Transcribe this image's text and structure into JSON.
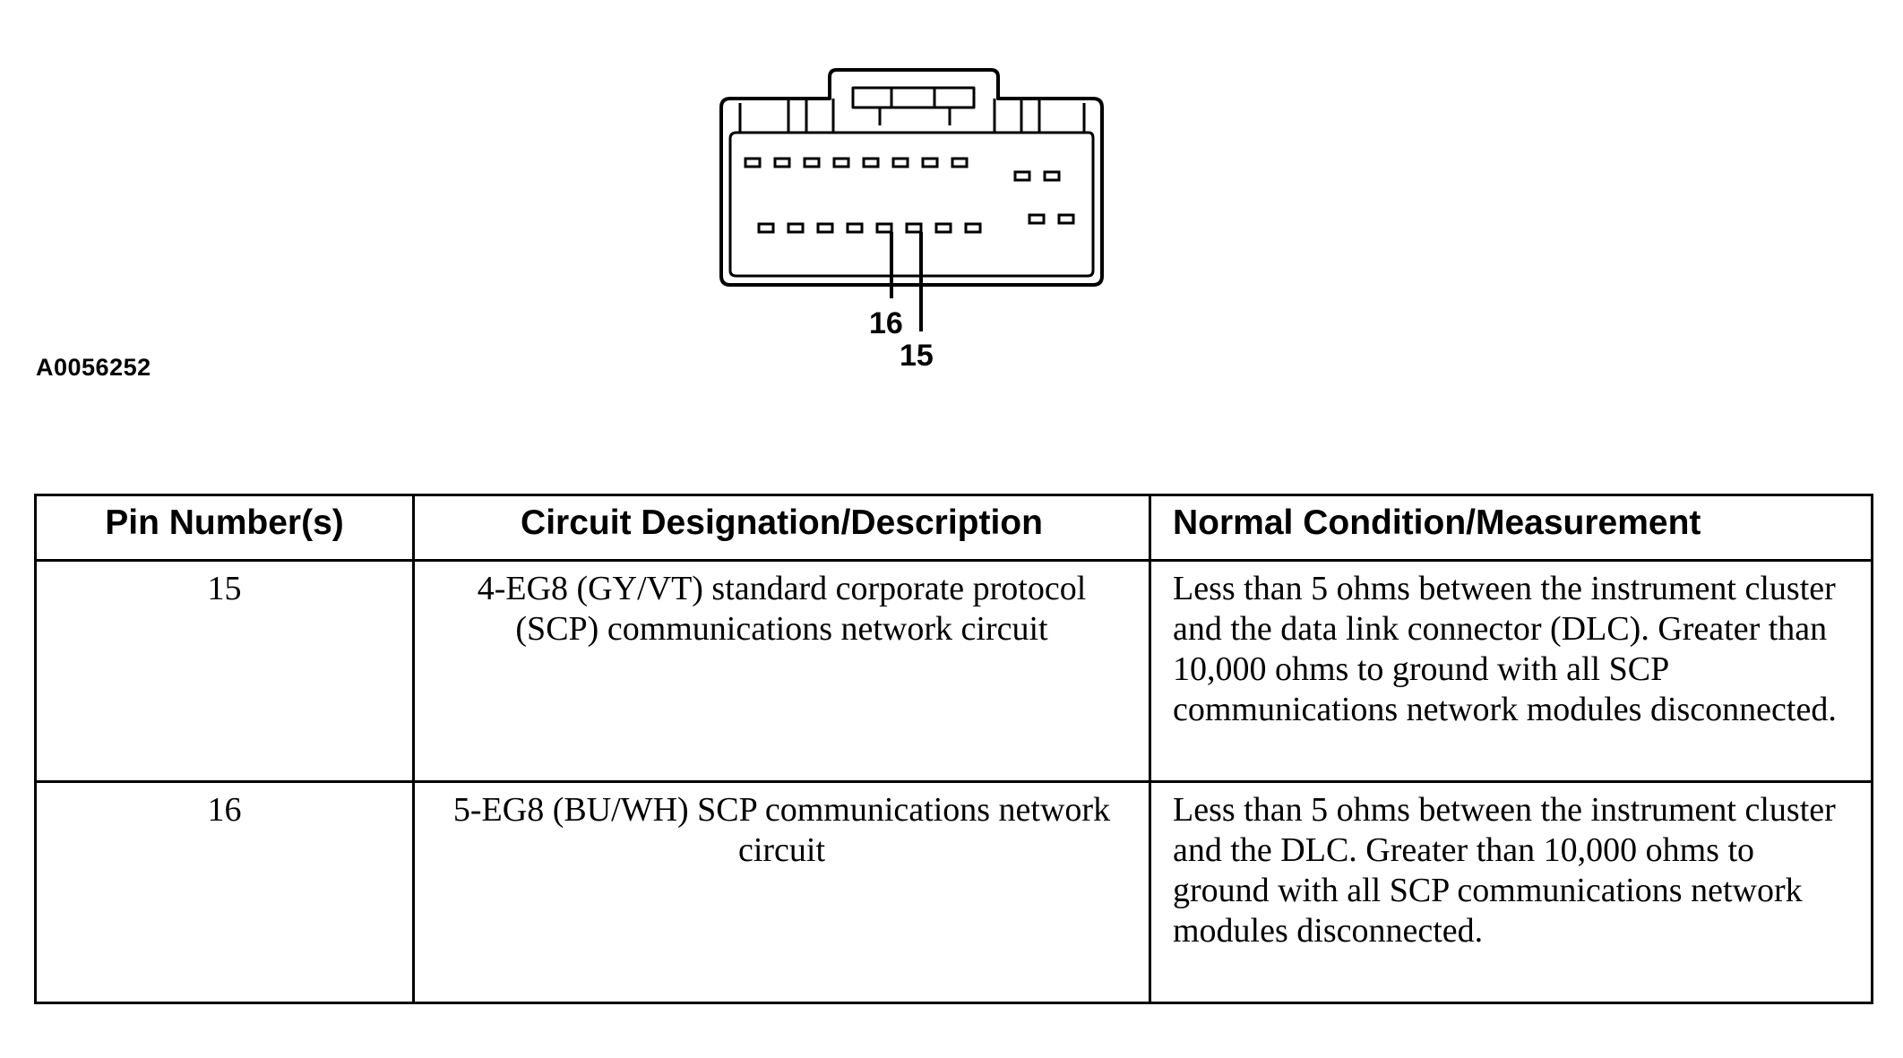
{
  "figure": {
    "id": "A0056252",
    "callouts": [
      "16",
      "15"
    ]
  },
  "table": {
    "headers": [
      "Pin Number(s)",
      "Circuit Designation/Description",
      "Normal Condition/Measurement"
    ],
    "rows": [
      {
        "pin": "15",
        "circuit": "4-EG8 (GY/VT) standard corporate protocol (SCP) communications network circuit",
        "condition": "Less than 5 ohms between the instrument cluster and the data link connector (DLC). Greater than 10,000 ohms to ground with all SCP communications network modules disconnected."
      },
      {
        "pin": "16",
        "circuit": "5-EG8 (BU/WH) SCP communications network circuit",
        "condition": "Less than 5 ohms between the instrument cluster and the DLC. Greater than 10,000 ohms to ground with all SCP communications network modules disconnected."
      }
    ]
  }
}
